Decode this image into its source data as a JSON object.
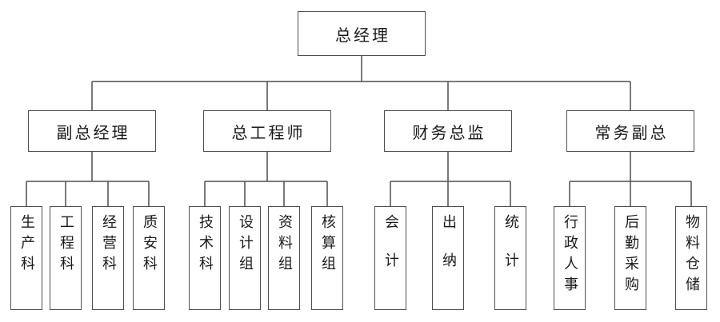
{
  "diagram_type": "organization-chart",
  "colors": {
    "line": "#4f4f4f",
    "text": "#1a1a1a",
    "background": "#ffffff",
    "box_fill": "#ffffff"
  },
  "org": {
    "root": "总经理",
    "groups": [
      {
        "head": "副总经理",
        "children": [
          "生产科",
          "工程科",
          "经营科",
          "质安科"
        ]
      },
      {
        "head": "总工程师",
        "children": [
          "技术科",
          "设计组",
          "资料组",
          "核算组"
        ]
      },
      {
        "head": "财务总监",
        "children": [
          "会计",
          "出纳",
          "统计"
        ]
      },
      {
        "head": "常务副总",
        "children": [
          "行政人事",
          "后勤采购",
          "物料仓储"
        ]
      }
    ]
  }
}
